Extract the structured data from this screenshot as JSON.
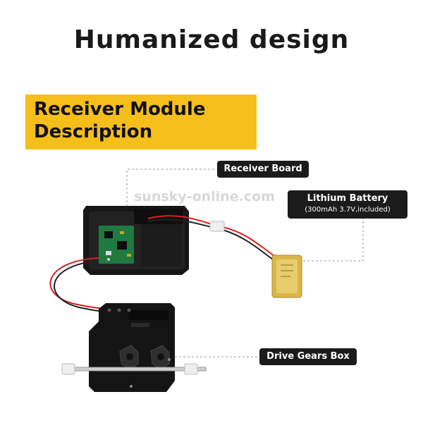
{
  "title": "Humanized design",
  "banner": {
    "line1": "Receiver Module",
    "line2": "Description"
  },
  "labels": {
    "receiver_board": "Receiver Board",
    "battery_line1": "Lithium Battery",
    "battery_line2": "(300mAh 3.7V,included)",
    "drive_gears": "Drive Gears Box"
  },
  "watermark": "sunsky-online.com",
  "colors": {
    "banner": "#f6be1a",
    "label_bg": "#1b1b1b",
    "title": "#1a1a1a"
  }
}
